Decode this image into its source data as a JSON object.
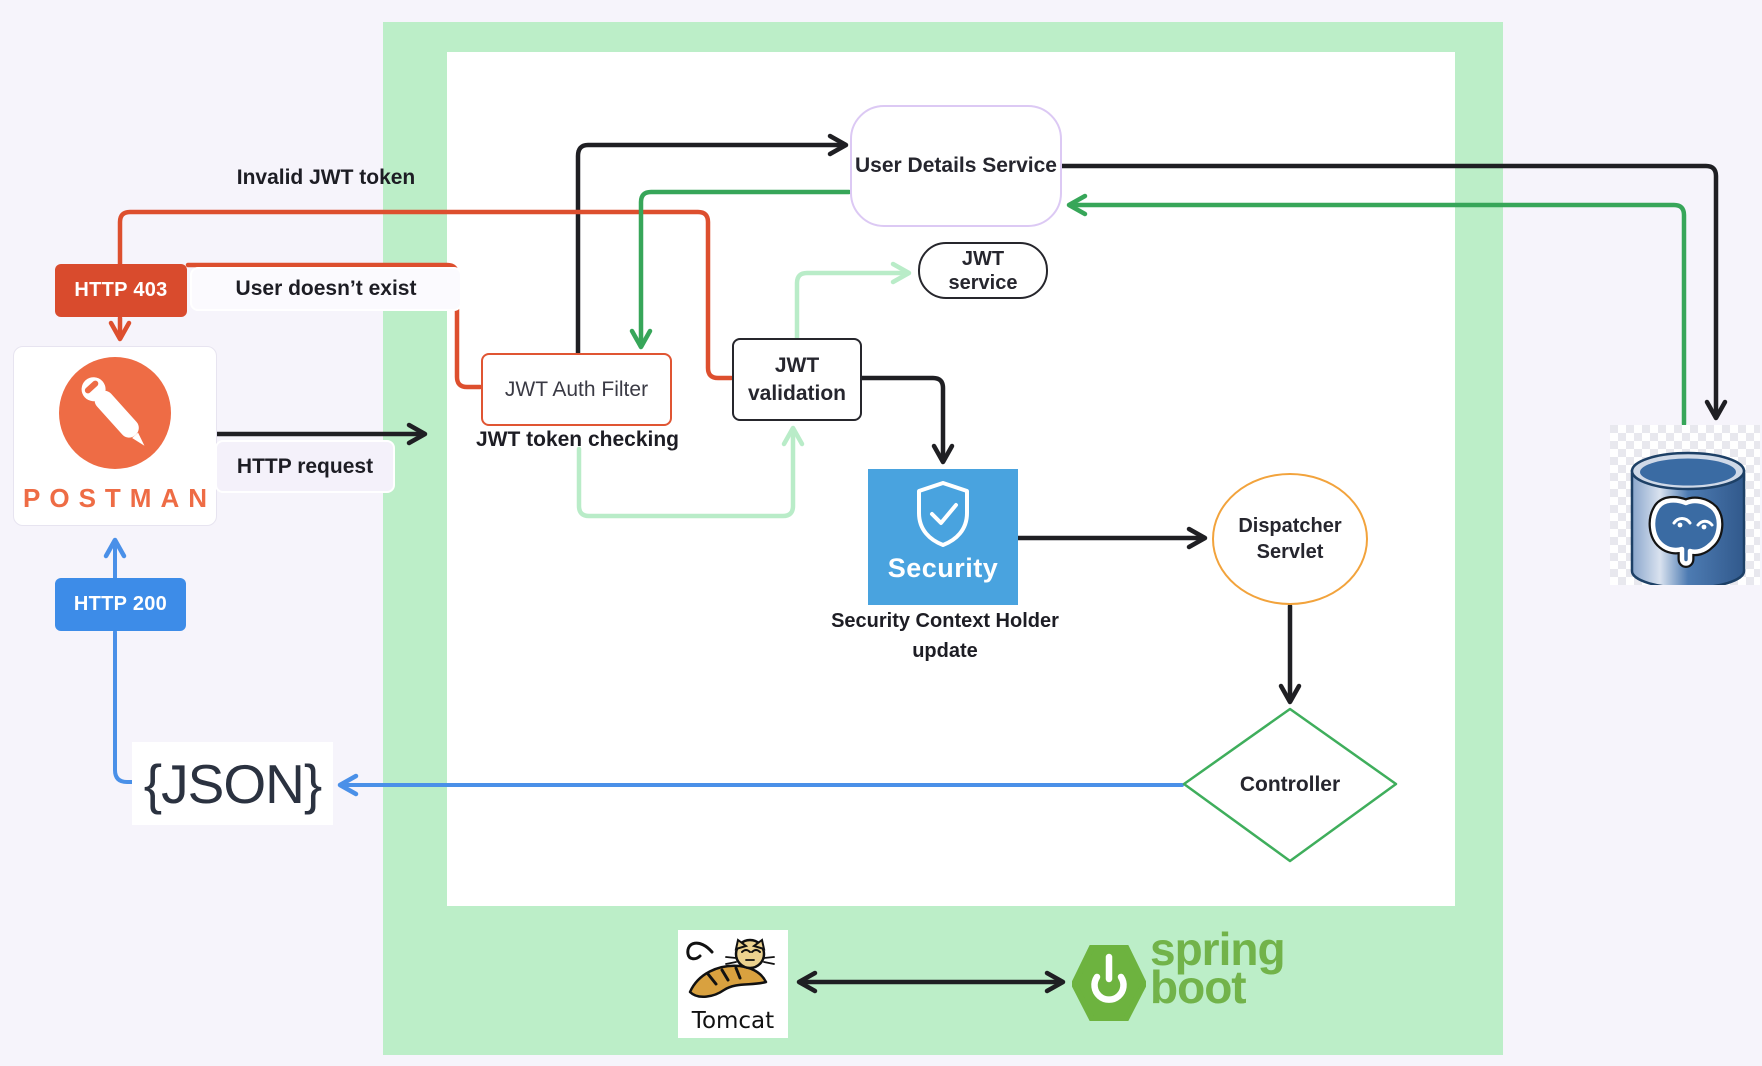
{
  "colors": {
    "background": "#f6f4fb",
    "panel_green": "#bceec8",
    "orange": "#dd4f2e",
    "orange_badge": "#d94b2d",
    "blue": "#3d8ce8",
    "dark_green": "#37a659",
    "pale_green": "#b9ecc8",
    "black_line": "#1f1f23",
    "security_blue": "#49a3df",
    "dispatcher_orange": "#f2a33c",
    "controller_green": "#3fae5c",
    "uds_border": "#dcc9f4",
    "postman_orange": "#ee6c45",
    "spring_green": "#6db33f",
    "text_dark": "#26262e"
  },
  "nodes": {
    "postman": {
      "label": "POSTMAN"
    },
    "http403": {
      "label": "HTTP 403"
    },
    "http200": {
      "label": "HTTP 200"
    },
    "json": {
      "label": "{JSON}"
    },
    "jwt_auth_filter": {
      "label": "JWT Auth Filter"
    },
    "jwt_validation": {
      "line1": "JWT",
      "line2": "validation"
    },
    "user_details_service": {
      "label": "User Details Service"
    },
    "jwt_service": {
      "line1": "JWT",
      "line2": "service"
    },
    "security": {
      "label": "Security"
    },
    "dispatcher_servlet": {
      "line1": "Dispatcher",
      "line2": "Servlet"
    },
    "controller": {
      "label": "Controller"
    },
    "tomcat": {
      "label": "Tomcat"
    },
    "spring_boot": {
      "line1": "spring",
      "line2": "boot"
    }
  },
  "labels": {
    "invalid_jwt": "Invalid JWT token",
    "user_doesnt_exist": "User doesn’t exist",
    "http_request": "HTTP request",
    "jwt_token_checking": "JWT token checking",
    "security_context_line1": "Security Context Holder",
    "security_context_line2": "update"
  },
  "icons": {
    "postman_logo": "postman-astronaut-icon",
    "security_shield": "shield-check-icon",
    "spring_power": "power-icon",
    "postgres_db": "database-elephant-icon",
    "tomcat_cat": "tomcat-cat-icon"
  }
}
